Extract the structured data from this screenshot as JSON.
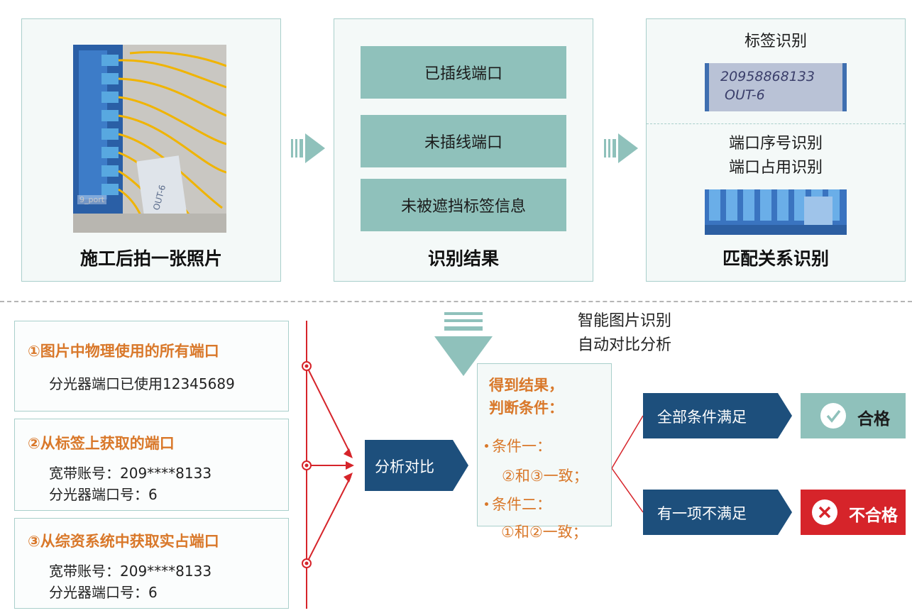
{
  "top": {
    "panel1": {
      "title": "施工后拍一张照片",
      "photo_watermark": "9_port"
    },
    "panel2": {
      "title": "识别结果",
      "items": [
        "已插线端口",
        "未插线端口",
        "未被遮挡标签信息"
      ]
    },
    "panel3": {
      "title": "匹配关系识别",
      "label_rec": "标签识别",
      "label_text_1": "20958868133",
      "label_text_2": "OUT-6",
      "port_rec_1": "端口序号识别",
      "port_rec_2": "端口占用识别"
    }
  },
  "middle": {
    "process_line_1": "智能图片识别",
    "process_line_2": "自动对比分析"
  },
  "left": {
    "card1": {
      "heading": "①图片中物理使用的所有端口",
      "line1": "分光器端口已使用12345689"
    },
    "card2": {
      "heading": "②从标签上获取的端口",
      "line1": "宽带账号：209****8133",
      "line2": "分光器端口号：6"
    },
    "card3": {
      "heading": "③从综资系统中获取实占端口",
      "line1": "宽带账号：209****8133",
      "line2": "分光器端口号：6"
    }
  },
  "analysis": {
    "label": "分析对比"
  },
  "result": {
    "heading_1": "得到结果，",
    "heading_2": "判断条件：",
    "cond1_title": "条件一：",
    "cond1_body": "②和③一致；",
    "cond2_title": "条件二：",
    "cond2_body": "①和②一致；"
  },
  "outcomes": {
    "all_met": "全部条件满足",
    "pass": "合格",
    "one_fail": "有一项不满足",
    "fail": "不合格"
  },
  "colors": {
    "teal": "#8fc1bb",
    "navy": "#1d4f7c",
    "orange": "#d9782a",
    "red": "#d6242a",
    "pass_bg": "#8fc1bb"
  }
}
